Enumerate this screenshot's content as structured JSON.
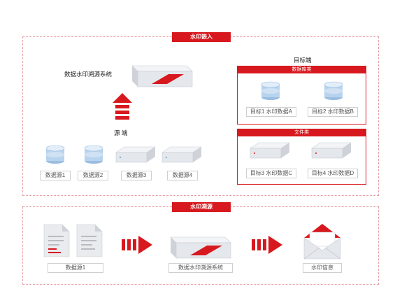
{
  "top": {
    "title": "水印嵌入",
    "system_label": "数据水印溯源系统",
    "source_label": "源 端",
    "target_label": "目标端",
    "sources": [
      "数据源1",
      "数据源2",
      "数据源3",
      "数据源4"
    ],
    "db_panel": {
      "title": "数据库类",
      "items": [
        "目标1 水印数据A",
        "目标2 水印数据B"
      ]
    },
    "file_panel": {
      "title": "文件类",
      "items": [
        "目标3 水印数据C",
        "目标4 水印数据D"
      ]
    }
  },
  "bottom": {
    "title": "水印溯源",
    "steps": [
      "数据源1",
      "数据水印溯源系统",
      "水印信息"
    ]
  },
  "colors": {
    "accent": "#d7191f",
    "dash": "#e8a0a6",
    "server": "#e4e7ec",
    "db": "#b7d3ee"
  }
}
